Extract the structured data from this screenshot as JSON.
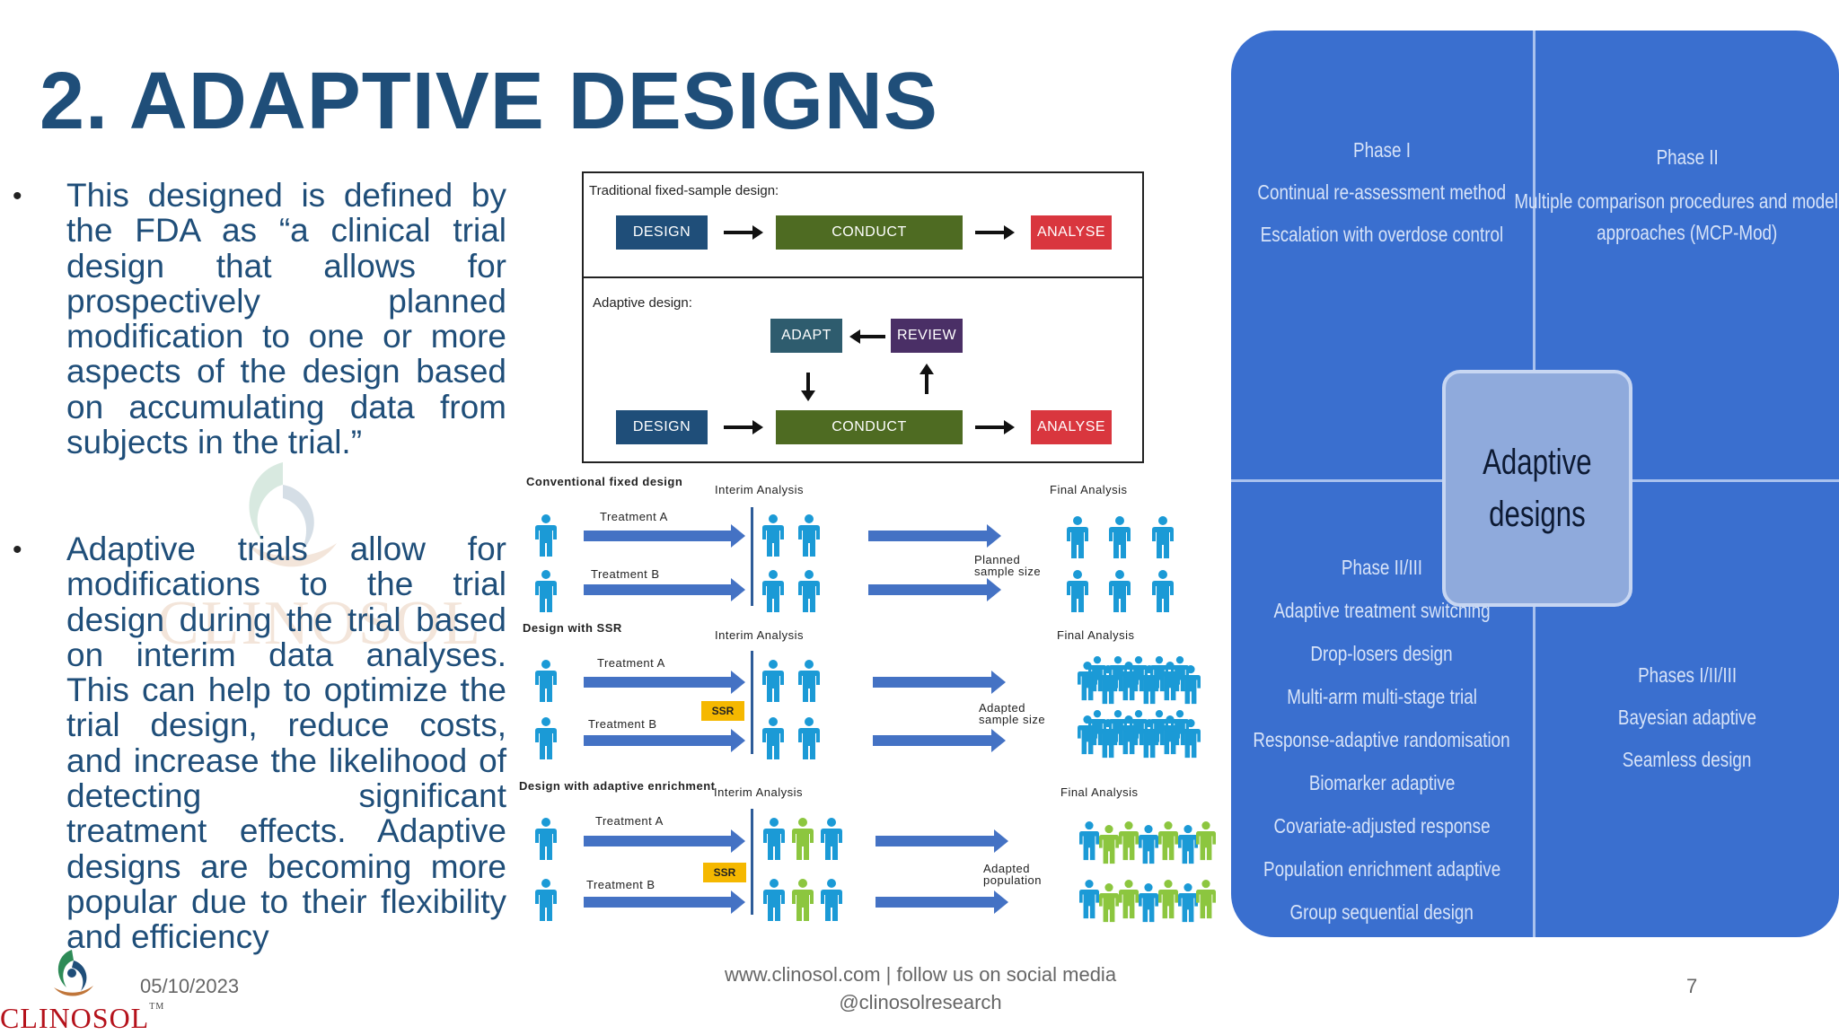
{
  "slide": {
    "title": "2. ADAPTIVE DESIGNS",
    "bullets": [
      "This designed is defined by the FDA as “a clinical trial design that allows for prospectively planned modification to one or more aspects of the design based on accumulating data from subjects in the trial.”",
      "Adaptive trials allow for modifications to the trial design during the trial based on interim data analyses. This can help to optimize the trial design, reduce costs, and increase the likelihood of detecting significant treatment effects. Adaptive designs are becoming more popular due to their flexibility and efficiency"
    ],
    "bullet_symbol": "•"
  },
  "schematic": {
    "traditional_label": "Traditional fixed-sample design:",
    "adaptive_label": "Adaptive design:",
    "design": "DESIGN",
    "conduct": "CONDUCT",
    "analyse": "ANALYSE",
    "adapt": "ADAPT",
    "review": "REVIEW"
  },
  "ssr_diagram": {
    "sections": [
      {
        "title": "Conventional fixed design",
        "interim": "Interim Analysis",
        "final": "Final Analysis",
        "treatment_a": "Treatment A",
        "treatment_b": "Treatment B",
        "middle_label": "Planned sample size"
      },
      {
        "title": "Design with SSR",
        "interim": "Interim Analysis",
        "final": "Final Analysis",
        "treatment_a": "Treatment A",
        "treatment_b": "Treatment B",
        "tag": "SSR",
        "middle_label": "Adapted sample size"
      },
      {
        "title": "Design with adaptive enrichment",
        "interim": "Interim Analysis",
        "final": "Final Analysis",
        "treatment_a": "Treatment A",
        "treatment_b": "Treatment B",
        "tag": "SSR",
        "middle_label": "Adapted population"
      }
    ],
    "colors": {
      "person_blue": "#1b9ad6",
      "person_green": "#8cc63f",
      "arrow": "#4472c4",
      "ssr_tag": "#f5b800"
    }
  },
  "quadrant": {
    "center": [
      "Adaptive",
      "designs"
    ],
    "phase1": [
      "Phase I",
      "Continual re-assessment method",
      "Escalation with overdose control"
    ],
    "phase2": [
      "Phase II",
      "Multiple comparison procedures and modeling",
      "approaches (MCP-Mod)"
    ],
    "phase23": [
      "Phase II/III",
      "Adaptive treatment switching",
      "Drop-losers design",
      "Multi-arm multi-stage trial",
      "Response-adaptive randomisation",
      "Biomarker adaptive",
      "Covariate-adjusted response",
      "Population enrichment adaptive",
      "Group sequential design"
    ],
    "phase123": [
      "Phases I/II/III",
      "Bayesian adaptive",
      "Seamless design"
    ],
    "colors": {
      "panel": "#3a6fcf",
      "center": "#8faadc"
    }
  },
  "footer": {
    "date": "05/10/2023",
    "line1": "www.clinosol.com | follow us on social media",
    "line2": "@clinosolresearch",
    "page": "7",
    "logo_text": "CLINOSOL",
    "logo_tm": "TM",
    "watermark_text": "CLINOSOL"
  }
}
